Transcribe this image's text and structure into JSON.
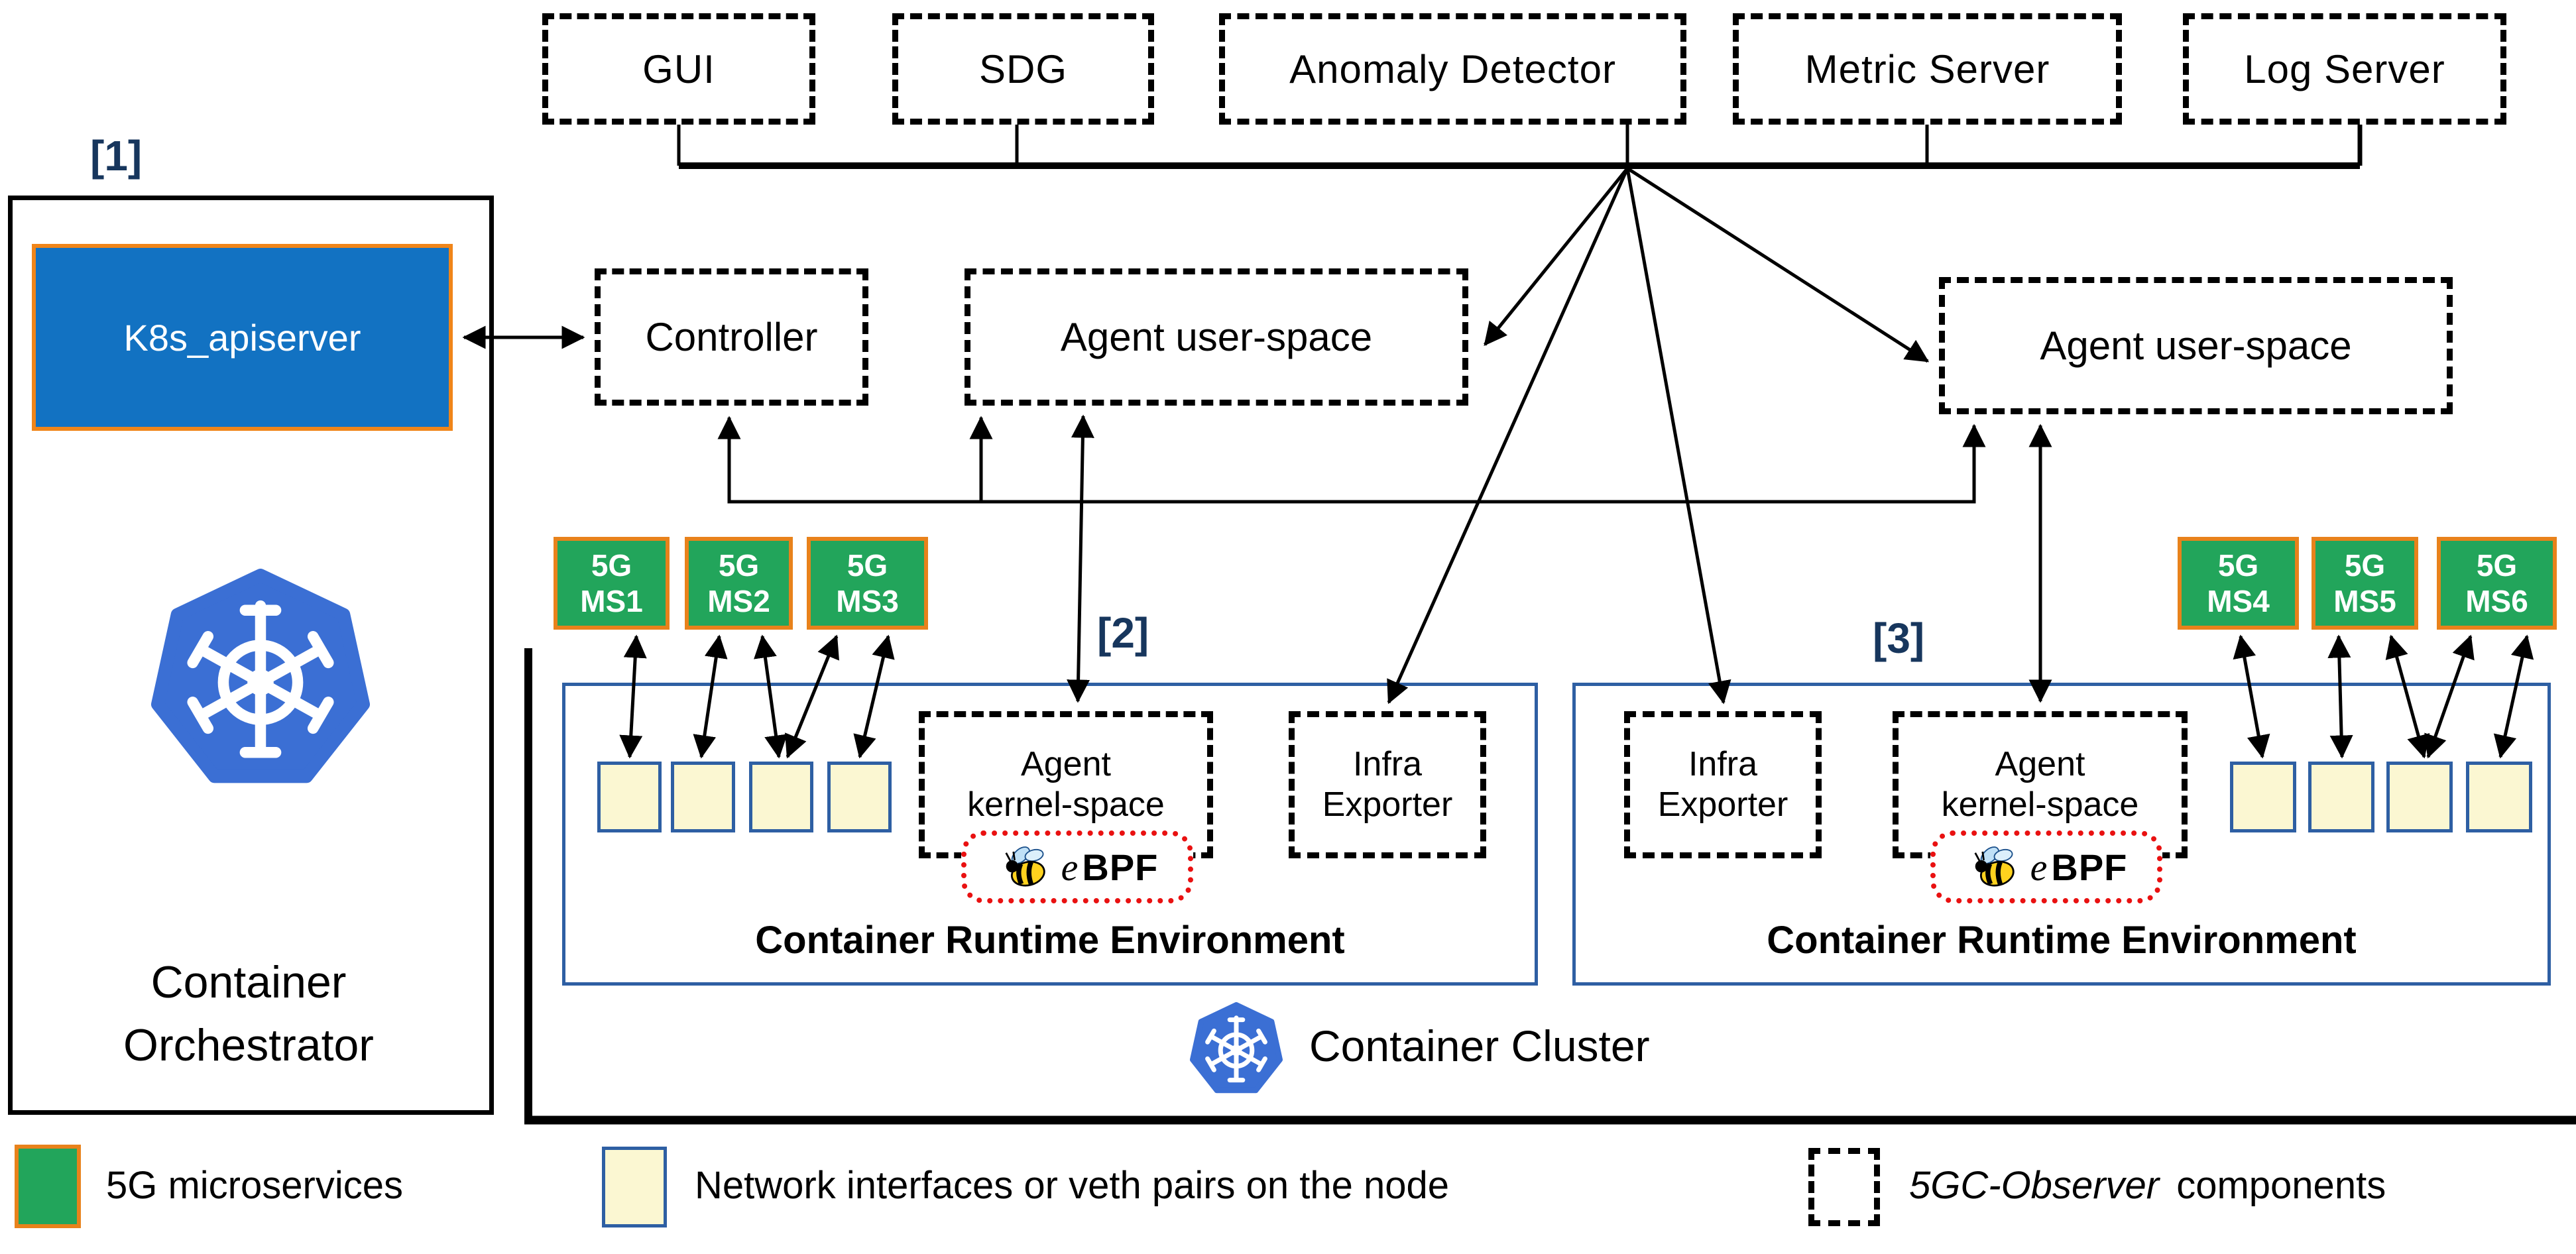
{
  "ref_labels": {
    "r1": "[1]",
    "r2": "[2]",
    "r3": "[3]"
  },
  "top_services": [
    {
      "label": "GUI"
    },
    {
      "label": "SDG"
    },
    {
      "label": "Anomaly Detector"
    },
    {
      "label": "Metric Server"
    },
    {
      "label": "Log Server"
    }
  ],
  "orchestrator": {
    "apiserver_label": "K8s_apiserver",
    "title_line1": "Container",
    "title_line2": "Orchestrator"
  },
  "control_plane": {
    "controller_label": "Controller",
    "agent_user_space_left": "Agent user-space",
    "agent_user_space_right": "Agent user-space"
  },
  "microservices": [
    {
      "line1": "5G",
      "line2": "MS1"
    },
    {
      "line1": "5G",
      "line2": "MS2"
    },
    {
      "line1": "5G",
      "line2": "MS3"
    },
    {
      "line1": "5G",
      "line2": "MS4"
    },
    {
      "line1": "5G",
      "line2": "MS5"
    },
    {
      "line1": "5G",
      "line2": "MS6"
    }
  ],
  "node_left": {
    "kernel_line1": "Agent",
    "kernel_line2": "kernel-space",
    "infra_line1": "Infra",
    "infra_line2": "Exporter",
    "ebpf_e": "e",
    "ebpf_bpf": "BPF",
    "cre_label": "Container Runtime Environment"
  },
  "node_right": {
    "kernel_line1": "Agent",
    "kernel_line2": "kernel-space",
    "infra_line1": "Infra",
    "infra_line2": "Exporter",
    "ebpf_e": "e",
    "ebpf_bpf": "BPF",
    "cre_label": "Container Runtime Environment"
  },
  "cluster": {
    "label": "Container Cluster"
  },
  "legend": {
    "green_label": "5G microservices",
    "yellow_label": "Network interfaces or veth pairs on the node",
    "observer_name": "5GC-Observer",
    "observer_rest": "components"
  },
  "colors": {
    "microservice_green": "#22A55B",
    "swatch_orange_border": "#E8821B",
    "interface_yellow": "#FBF7D2",
    "interface_blue_border": "#2E5FA3",
    "apiserver_blue": "#1272C2",
    "kubernetes_blue": "#3B6FD4",
    "ref_navy": "#17365D",
    "ebpf_red": "#E91111"
  }
}
